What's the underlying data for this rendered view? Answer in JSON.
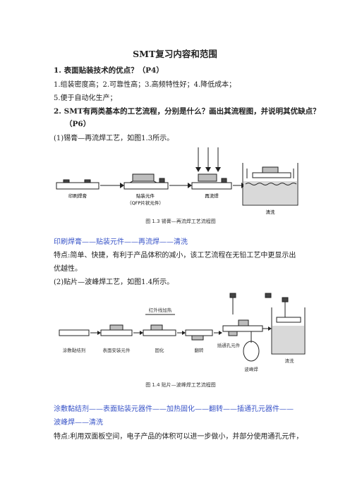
{
  "title": "SMT复习内容和范围",
  "q1": {
    "heading": "1.  表面贴装技术的优点？（P4）",
    "line1": "1.组装密度高；2.可靠性高；3.高频特性好；4.降低成本；",
    "line2": "5.便于自动化生产；"
  },
  "q2": {
    "heading_line1": "2.  SMT有两类基本的工艺流程，分别是什么？画出其流程图，并说明其优缺点？",
    "heading_line2": "（P6）",
    "intro1": "(1)锡膏—再流焊工艺，如图1.3所示。",
    "fig13": {
      "labels": [
        "印刷焊膏",
        "贴装元件",
        "（QFP片状元件）",
        "再流焊",
        "清洗"
      ],
      "caption": "图 1.3    锡膏—再流焊工艺流程图"
    },
    "flow1": "印刷焊膏——贴装元件——再流焊——清洗",
    "feature1_line1": "特点:简单、快捷，有利于产品体积的减小，该工艺流程在无铅工艺中更显示出",
    "feature1_line2": "优越性。",
    "intro2": "(2)贴片—波峰焊工艺，如图1.4所示。",
    "fig14": {
      "labels": [
        "涂敷黏结剂",
        "表面安装元件",
        "固化",
        "翻转",
        "插通孔元件",
        "波峰焊",
        "清洗"
      ],
      "top_label": "红外线加热",
      "caption": "图 1.4    贴片—波峰焊工艺流程图"
    },
    "flow2_line1": "涂敷黏结剂——表面贴装元器件——加热固化——翻转——插通孔元器件——",
    "flow2_line2": "波峰焊——清洗",
    "feature2_line1": "特点:利用双面板空间，电子产品的体积可以进一步做小，并部分使用通孔元件，"
  }
}
